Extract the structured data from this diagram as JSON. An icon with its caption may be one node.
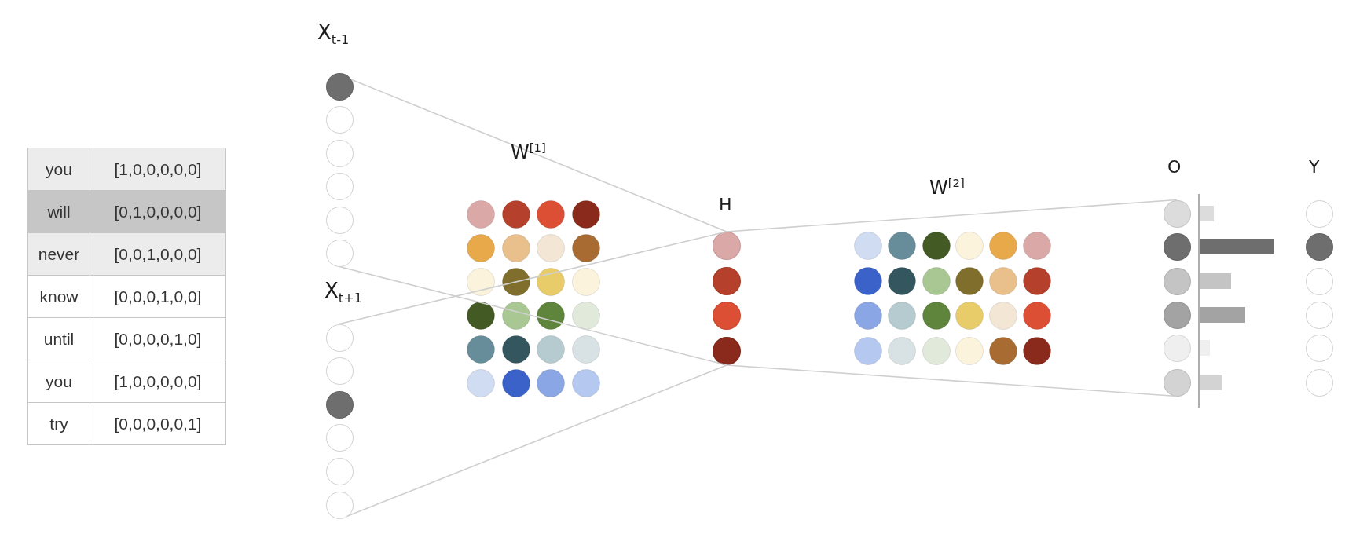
{
  "diagram": {
    "nodes": [
      {
        "text": [],
        "shape": "circle"
      },
      {
        "text": [],
        "shape": "circle"
      },
      {
        "text": [],
        "shape": "circle"
      },
      {
        "text": [],
        "shape": "circle"
      },
      {
        "text": [],
        "shape": "circle"
      },
      {
        "text": [],
        "shape": "circle"
      },
      {
        "text": [],
        "shape": "circle"
      },
      {
        "text": [],
        "shape": "circle"
      },
      {
        "text": [],
        "shape": "circle"
      },
      {
        "text": [],
        "shape": "circle"
      },
      {
        "text": [],
        "shape": "circle"
      },
      {
        "text": [],
        "shape": "circle"
      },
      {
        "text": [],
        "shape": "circle"
      },
      {
        "text": [],
        "shape": "circle"
      },
      {
        "text": [],
        "shape": "circle"
      },
      {
        "text": [],
        "shape": "circle"
      },
      {
        "text": [],
        "shape": "circle"
      },
      {
        "text": [],
        "shape": "circle"
      },
      {
        "text": [],
        "shape": "circle"
      },
      {
        "text": [],
        "shape": "circle"
      },
      {
        "text": [],
        "shape": "circle"
      },
      {
        "text": [],
        "shape": "circle"
      },
      {
        "text": [],
        "shape": "circle"
      },
      {
        "text": [],
        "shape": "circle"
      },
      {
        "text": [],
        "shape": "circle"
      },
      {
        "text": [],
        "shape": "circle"
      },
      {
        "text": [],
        "shape": "circle"
      },
      {
        "text": [],
        "shape": "circle"
      }
    ],
    "edges": [
      {
        "from": 0,
        "to": 12,
        "arrow": "none"
      },
      {
        "from": 5,
        "to": 15,
        "arrow": "none"
      },
      {
        "from": 6,
        "to": 12,
        "arrow": "none"
      },
      {
        "from": 11,
        "to": 15,
        "arrow": "none"
      },
      {
        "from": 12,
        "to": 16,
        "arrow": "none"
      },
      {
        "from": 15,
        "to": 21,
        "arrow": "none"
      }
    ],
    "labels": [
      "you",
      "[1,0,0,0,0,0]",
      "will",
      "[0,1,0,0,0,0]",
      "never",
      "[0,0,1,0,0,0]",
      "know",
      "[0,0,0,1,0,0]",
      "until",
      "[0,0,0,0,1,0]",
      "you",
      "[1,0,0,0,0,0]",
      "try",
      "[0,0,0,0,0,1]",
      "X$_{t-1}$",
      "X$_{t+1}$",
      "W$^{[1]}$",
      "H",
      "W$^{[2]}$",
      "O",
      "Y"
    ]
  }
}
